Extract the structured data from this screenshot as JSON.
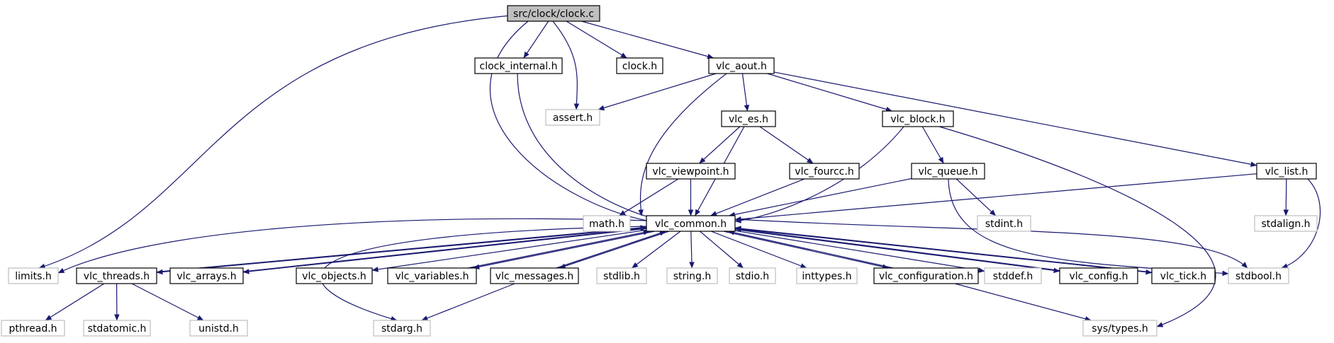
{
  "colors": {
    "edge": "#191970",
    "root_fill": "#bfbfbf",
    "documented_border": "#000000",
    "undocumented_border": "#bfbfbf",
    "label": "#000000",
    "background": "#ffffff"
  },
  "graph": {
    "title": "src/clock/clock.c",
    "nodes": [
      {
        "id": "clock_c",
        "label": "src/clock/clock.c",
        "kind": "root"
      },
      {
        "id": "clock_internal_h",
        "label": "clock_internal.h",
        "kind": "documented"
      },
      {
        "id": "assert_h",
        "label": "assert.h",
        "kind": "undocumented"
      },
      {
        "id": "clock_h",
        "label": "clock.h",
        "kind": "documented"
      },
      {
        "id": "vlc_aout_h",
        "label": "vlc_aout.h",
        "kind": "documented"
      },
      {
        "id": "vlc_es_h",
        "label": "vlc_es.h",
        "kind": "documented"
      },
      {
        "id": "vlc_block_h",
        "label": "vlc_block.h",
        "kind": "documented"
      },
      {
        "id": "vlc_list_h",
        "label": "vlc_list.h",
        "kind": "documented"
      },
      {
        "id": "vlc_viewpoint_h",
        "label": "vlc_viewpoint.h",
        "kind": "documented"
      },
      {
        "id": "vlc_fourcc_h",
        "label": "vlc_fourcc.h",
        "kind": "documented"
      },
      {
        "id": "vlc_queue_h",
        "label": "vlc_queue.h",
        "kind": "documented"
      },
      {
        "id": "math_h",
        "label": "math.h",
        "kind": "undocumented"
      },
      {
        "id": "vlc_common_h",
        "label": "vlc_common.h",
        "kind": "documented"
      },
      {
        "id": "stdint_h",
        "label": "stdint.h",
        "kind": "undocumented"
      },
      {
        "id": "stdalign_h",
        "label": "stdalign.h",
        "kind": "undocumented"
      },
      {
        "id": "limits_h",
        "label": "limits.h",
        "kind": "undocumented"
      },
      {
        "id": "vlc_threads_h",
        "label": "vlc_threads.h",
        "kind": "documented"
      },
      {
        "id": "vlc_arrays_h",
        "label": "vlc_arrays.h",
        "kind": "documented"
      },
      {
        "id": "vlc_objects_h",
        "label": "vlc_objects.h",
        "kind": "documented"
      },
      {
        "id": "vlc_variables_h",
        "label": "vlc_variables.h",
        "kind": "documented"
      },
      {
        "id": "vlc_messages_h",
        "label": "vlc_messages.h",
        "kind": "documented"
      },
      {
        "id": "stdlib_h",
        "label": "stdlib.h",
        "kind": "undocumented"
      },
      {
        "id": "string_h",
        "label": "string.h",
        "kind": "undocumented"
      },
      {
        "id": "stdio_h",
        "label": "stdio.h",
        "kind": "undocumented"
      },
      {
        "id": "inttypes_h",
        "label": "inttypes.h",
        "kind": "undocumented"
      },
      {
        "id": "vlc_configuration_h",
        "label": "vlc_configuration.h",
        "kind": "documented"
      },
      {
        "id": "stddef_h",
        "label": "stddef.h",
        "kind": "undocumented"
      },
      {
        "id": "vlc_config_h",
        "label": "vlc_config.h",
        "kind": "documented"
      },
      {
        "id": "vlc_tick_h",
        "label": "vlc_tick.h",
        "kind": "documented"
      },
      {
        "id": "stdbool_h",
        "label": "stdbool.h",
        "kind": "undocumented"
      },
      {
        "id": "pthread_h",
        "label": "pthread.h",
        "kind": "undocumented"
      },
      {
        "id": "stdatomic_h",
        "label": "stdatomic.h",
        "kind": "undocumented"
      },
      {
        "id": "unistd_h",
        "label": "unistd.h",
        "kind": "undocumented"
      },
      {
        "id": "stdarg_h",
        "label": "stdarg.h",
        "kind": "undocumented"
      },
      {
        "id": "sys_types_h",
        "label": "sys/types.h",
        "kind": "undocumented"
      }
    ],
    "edges": [
      {
        "from": "clock_c",
        "to": "limits_h"
      },
      {
        "from": "clock_c",
        "to": "vlc_common_h"
      },
      {
        "from": "clock_c",
        "to": "clock_internal_h"
      },
      {
        "from": "clock_c",
        "to": "assert_h"
      },
      {
        "from": "clock_c",
        "to": "clock_h"
      },
      {
        "from": "clock_c",
        "to": "vlc_aout_h"
      },
      {
        "from": "clock_internal_h",
        "to": "vlc_common_h"
      },
      {
        "from": "vlc_aout_h",
        "to": "assert_h"
      },
      {
        "from": "vlc_aout_h",
        "to": "vlc_common_h"
      },
      {
        "from": "vlc_aout_h",
        "to": "vlc_es_h"
      },
      {
        "from": "vlc_aout_h",
        "to": "vlc_block_h"
      },
      {
        "from": "vlc_aout_h",
        "to": "vlc_list_h"
      },
      {
        "from": "vlc_es_h",
        "to": "vlc_viewpoint_h"
      },
      {
        "from": "vlc_es_h",
        "to": "vlc_common_h"
      },
      {
        "from": "vlc_es_h",
        "to": "vlc_fourcc_h"
      },
      {
        "from": "vlc_block_h",
        "to": "vlc_common_h"
      },
      {
        "from": "vlc_block_h",
        "to": "vlc_queue_h"
      },
      {
        "from": "vlc_block_h",
        "to": "sys_types_h"
      },
      {
        "from": "vlc_list_h",
        "to": "vlc_common_h"
      },
      {
        "from": "vlc_list_h",
        "to": "stdalign_h"
      },
      {
        "from": "vlc_list_h",
        "to": "stdbool_h"
      },
      {
        "from": "vlc_viewpoint_h",
        "to": "math_h"
      },
      {
        "from": "vlc_viewpoint_h",
        "to": "vlc_common_h"
      },
      {
        "from": "vlc_fourcc_h",
        "to": "vlc_common_h"
      },
      {
        "from": "vlc_queue_h",
        "to": "vlc_common_h"
      },
      {
        "from": "vlc_queue_h",
        "to": "stdint_h"
      },
      {
        "from": "vlc_queue_h",
        "to": "stdbool_h"
      },
      {
        "from": "vlc_common_h",
        "to": "limits_h"
      },
      {
        "from": "vlc_common_h",
        "to": "vlc_threads_h"
      },
      {
        "from": "vlc_common_h",
        "to": "vlc_arrays_h"
      },
      {
        "from": "vlc_common_h",
        "to": "vlc_objects_h"
      },
      {
        "from": "vlc_common_h",
        "to": "vlc_variables_h"
      },
      {
        "from": "vlc_common_h",
        "to": "vlc_messages_h"
      },
      {
        "from": "vlc_common_h",
        "to": "stdarg_h"
      },
      {
        "from": "vlc_common_h",
        "to": "stdlib_h"
      },
      {
        "from": "vlc_common_h",
        "to": "string_h"
      },
      {
        "from": "vlc_common_h",
        "to": "stdio_h"
      },
      {
        "from": "vlc_common_h",
        "to": "inttypes_h"
      },
      {
        "from": "vlc_common_h",
        "to": "vlc_configuration_h"
      },
      {
        "from": "vlc_common_h",
        "to": "stddef_h"
      },
      {
        "from": "vlc_common_h",
        "to": "vlc_config_h"
      },
      {
        "from": "vlc_common_h",
        "to": "vlc_tick_h"
      },
      {
        "from": "vlc_common_h",
        "to": "stdbool_h"
      },
      {
        "from": "vlc_threads_h",
        "to": "vlc_common_h"
      },
      {
        "from": "vlc_threads_h",
        "to": "pthread_h"
      },
      {
        "from": "vlc_threads_h",
        "to": "stdatomic_h"
      },
      {
        "from": "vlc_threads_h",
        "to": "unistd_h"
      },
      {
        "from": "vlc_arrays_h",
        "to": "vlc_common_h"
      },
      {
        "from": "vlc_variables_h",
        "to": "vlc_common_h"
      },
      {
        "from": "vlc_messages_h",
        "to": "vlc_common_h"
      },
      {
        "from": "vlc_messages_h",
        "to": "stdarg_h"
      },
      {
        "from": "vlc_configuration_h",
        "to": "vlc_common_h"
      },
      {
        "from": "vlc_configuration_h",
        "to": "sys_types_h"
      },
      {
        "from": "vlc_config_h",
        "to": "vlc_common_h"
      },
      {
        "from": "vlc_tick_h",
        "to": "vlc_common_h"
      }
    ]
  }
}
